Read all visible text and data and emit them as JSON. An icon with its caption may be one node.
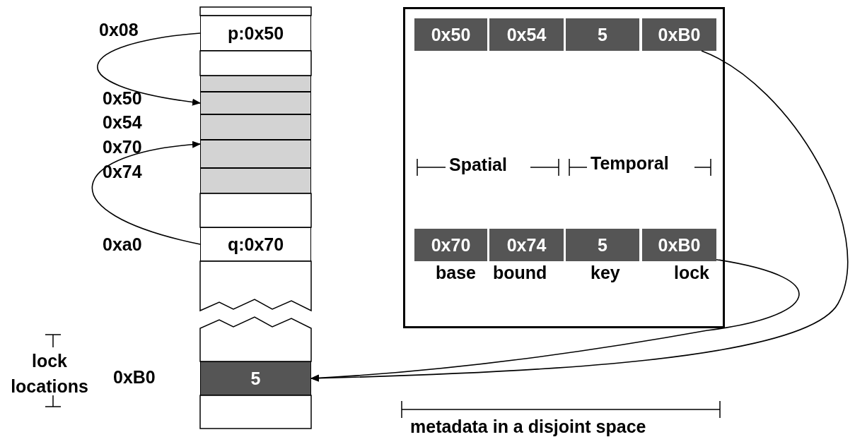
{
  "diagram": {
    "nodes": [
      {
        "text": [
          "p:0x50"
        ],
        "beside": [
          "0x08"
        ]
      },
      {
        "text": [],
        "shape": "box"
      },
      {
        "text": [],
        "shape": "box",
        "beside": [
          "0x50"
        ]
      },
      {
        "text": [],
        "shape": "box",
        "beside": [
          "0x54"
        ]
      },
      {
        "text": [],
        "shape": "box",
        "beside": [
          "0x70"
        ]
      },
      {
        "text": [],
        "shape": "box",
        "beside": [
          "0x74"
        ]
      },
      {
        "text": [
          "q:0x70"
        ],
        "beside": [
          "0xa0"
        ]
      },
      {
        "text": [
          "5"
        ],
        "beside": [
          "0xB0"
        ]
      },
      {
        "text": [],
        "shape": "box"
      },
      {
        "text": [
          "0x50"
        ],
        "in": 8
      },
      {
        "text": [
          "0x54"
        ],
        "in": 8
      },
      {
        "text": [
          "5"
        ],
        "in": 8
      },
      {
        "text": [
          "0xB0"
        ],
        "in": 8
      },
      {
        "text": [
          "0x70"
        ],
        "in": 8,
        "beside": [
          "base"
        ]
      },
      {
        "text": [
          "0x74"
        ],
        "in": 8,
        "beside": [
          "bound"
        ]
      },
      {
        "text": [
          "5"
        ],
        "in": 8,
        "beside": [
          "key"
        ]
      },
      {
        "text": [
          "0xB0"
        ],
        "in": 8,
        "beside": [
          "lock"
        ]
      }
    ],
    "edges": [
      {
        "from": 0,
        "to": 2,
        "arrow": "to"
      },
      {
        "from": 6,
        "to": 4,
        "arrow": "to"
      },
      {
        "from": 12,
        "to": 7,
        "arrow": "to"
      },
      {
        "from": 16,
        "to": 7,
        "arrow": "to"
      }
    ],
    "labels": [
      "Spatial",
      "Temporal",
      "lock locations",
      "metadata in a disjoint space"
    ]
  }
}
